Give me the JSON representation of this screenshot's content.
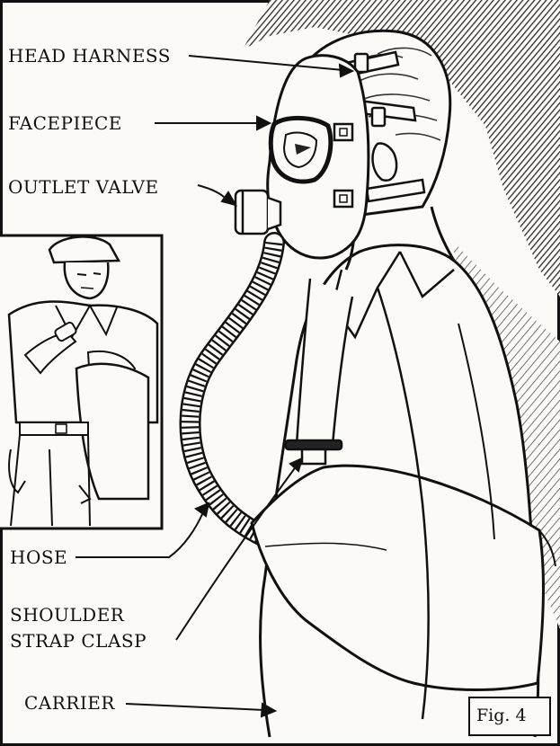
{
  "labels": {
    "head_harness": "HEAD HARNESS",
    "facepiece": "FACEPIECE",
    "outlet_valve": "OUTLET VALVE",
    "hose": "HOSE",
    "shoulder_strap_clasp_line1": "SHOULDER",
    "shoulder_strap_clasp_line2": "STRAP CLASP",
    "carrier": "CARRIER"
  },
  "figure_caption": "Fig. 4",
  "colors": {
    "ink": "#111111",
    "paper": "#fbfaf6",
    "shade": "#3a3a3a"
  }
}
